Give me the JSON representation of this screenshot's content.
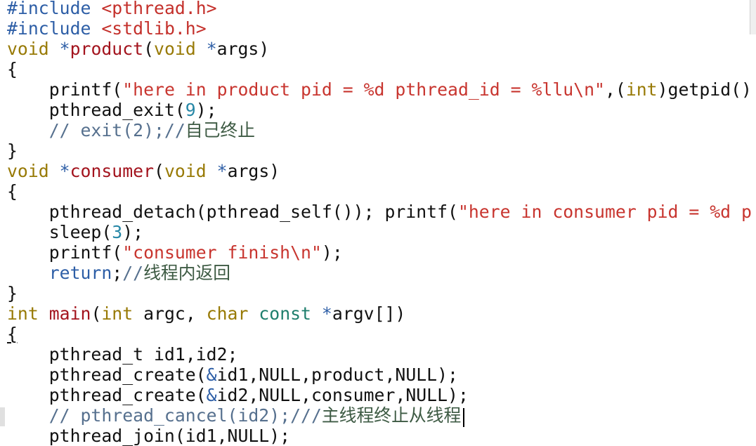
{
  "editor": {
    "lines": [
      {
        "tokens": [
          {
            "directive": "#include "
          },
          {
            "header_name": "<pthread.h>"
          }
        ]
      },
      {
        "tokens": [
          {
            "directive": "#include "
          },
          {
            "header_name": "<stdlib.h>"
          }
        ]
      },
      {
        "tokens": [
          {
            "type_keyword": "void "
          },
          {
            "operator": "*"
          },
          {
            "function_name": "product"
          },
          {
            "code": "("
          },
          {
            "type_keyword": "void "
          },
          {
            "operator": "*"
          },
          {
            "code": "args)"
          }
        ]
      },
      {
        "tokens": [
          {
            "code": "{"
          }
        ]
      },
      {
        "tokens": [
          {
            "code": "    printf("
          },
          {
            "string_literal": "\"here in product pid = %d pthread_id = %llu\\n\""
          },
          {
            "code": ",("
          },
          {
            "type_keyword": "int"
          },
          {
            "code": ")getpid()"
          }
        ]
      },
      {
        "tokens": [
          {
            "code": "    pthread_exit("
          },
          {
            "number_literal": "9"
          },
          {
            "code": ");"
          }
        ]
      },
      {
        "tokens": [
          {
            "comment": "    // exit(2);//"
          },
          {
            "comment_cjk": "自己终止"
          }
        ]
      },
      {
        "tokens": [
          {
            "code": "}"
          }
        ]
      },
      {
        "tokens": [
          {
            "type_keyword": "void "
          },
          {
            "operator": "*"
          },
          {
            "function_name": "consumer"
          },
          {
            "code": "("
          },
          {
            "type_keyword": "void "
          },
          {
            "operator": "*"
          },
          {
            "code": "args)"
          }
        ]
      },
      {
        "tokens": [
          {
            "code": "{"
          }
        ]
      },
      {
        "tokens": [
          {
            "code": "    pthread_detach(pthread_self()); printf("
          },
          {
            "string_literal": "\"here in consumer pid = %d p"
          }
        ]
      },
      {
        "tokens": [
          {
            "code": "    sleep("
          },
          {
            "number_literal": "3"
          },
          {
            "code": ");"
          }
        ]
      },
      {
        "tokens": [
          {
            "code": "    printf("
          },
          {
            "string_literal": "\"consumer finish\\n\""
          },
          {
            "code": ");"
          }
        ]
      },
      {
        "tokens": [
          {
            "keyword": "    return"
          },
          {
            "code": ";"
          },
          {
            "comment": "//"
          },
          {
            "comment_cjk": "线程内返回"
          }
        ]
      },
      {
        "tokens": [
          {
            "code": "}"
          }
        ]
      },
      {
        "tokens": [
          {
            "type_keyword": "int "
          },
          {
            "function_name": "main"
          },
          {
            "code": "("
          },
          {
            "type_keyword": "int"
          },
          {
            "code": " argc, "
          },
          {
            "type_keyword": "char "
          },
          {
            "qualifier": "const "
          },
          {
            "operator": "*"
          },
          {
            "code": "argv[])"
          }
        ]
      },
      {
        "tokens": [
          {
            "matched_brace": "{"
          }
        ]
      },
      {
        "tokens": [
          {
            "code": "    pthread_t id1,id2;"
          }
        ]
      },
      {
        "tokens": [
          {
            "code": "    pthread_create("
          },
          {
            "operator": "&"
          },
          {
            "code": "id1,NULL,product,NULL);"
          }
        ]
      },
      {
        "tokens": [
          {
            "code": "    pthread_create("
          },
          {
            "operator": "&"
          },
          {
            "code": "id2,NULL,consumer,NULL);"
          }
        ]
      },
      {
        "tokens": [
          {
            "comment": "    // pthread_cancel(id2);///"
          },
          {
            "comment_cjk": "主线程终止从线程"
          }
        ]
      },
      {
        "tokens": [
          {
            "code": "    pthread_join(id1,NULL);"
          }
        ]
      }
    ]
  },
  "syntax_colors": {
    "directive": "#2d5ea6",
    "header_name": "#c4302b",
    "type_keyword": "#987a06",
    "operator": "#2d5ea6",
    "function_name": "#a3141e",
    "code": "#111111",
    "string_literal": "#c8352f",
    "number_literal": "#2687a6",
    "comment": "#56708e",
    "comment_cjk": "#3e5b44",
    "keyword": "#2d5ea6",
    "qualifier": "#1f7f6d",
    "matched_brace": "#111111"
  }
}
